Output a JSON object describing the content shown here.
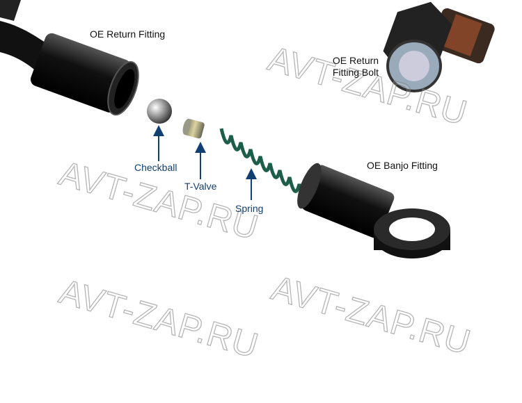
{
  "labels": {
    "return_fitting": "OE Return Fitting",
    "return_bolt_line1": "OE Return",
    "return_bolt_line2": "Fitting Bolt",
    "checkball": "Checkball",
    "t_valve": "T-Valve",
    "spring": "Spring",
    "banjo_fitting": "OE Banjo Fitting"
  },
  "watermark": "AVT-ZAP.RU",
  "colors": {
    "label_blue": "#123f73",
    "arrow_blue": "#123f73",
    "spring_green": "#1d5e4a"
  }
}
